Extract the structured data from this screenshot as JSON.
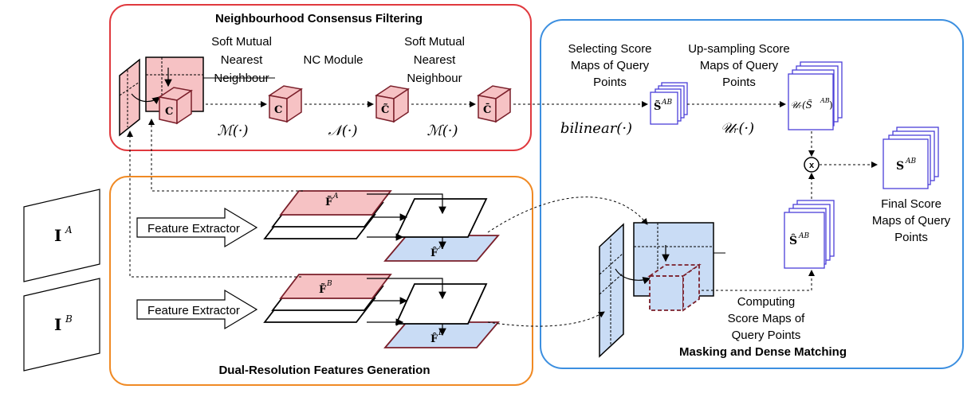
{
  "panels": {
    "nc_title": "Neighbourhood Consensus Filtering",
    "drf_title": "Dual-Resolution Features Generation",
    "mdm_title": "Masking and Dense Matching"
  },
  "nc": {
    "smnn_1": [
      "Soft Mutual",
      "Nearest",
      "Neighbour"
    ],
    "nc_module": "NC Module",
    "smnn_2": [
      "Soft Mutual",
      "Nearest",
      "Neighbour"
    ],
    "op_m1": "ℳ(·)",
    "op_n": "𝒩(·)",
    "op_m2": "ℳ(·)",
    "cube_c1": "C",
    "cube_c2": "C",
    "cube_c3": "C̃",
    "cube_c4": "C̄"
  },
  "matching": {
    "select_label": [
      "Selecting Score",
      "Maps of Query",
      "Points"
    ],
    "upsample_label": [
      "Up-sampling Score",
      "Maps of Query",
      "Points"
    ],
    "op_bilinear": "bilinear(·)",
    "op_upsample": "𝒰ᵣ(·)",
    "s_tilde": "S̃",
    "s_tilde_sup": "AB",
    "u_s_tilde": "𝒰ᵣ(S̃",
    "u_s_tilde_sup": "AB",
    "u_close": ")",
    "multiply": "x",
    "s_final": "S",
    "s_final_sup": "AB",
    "final_label": [
      "Final Score",
      "Maps of Query",
      "Points"
    ],
    "s_hat": "Ŝ",
    "s_hat_sup": "AB",
    "compute_label": [
      "Computing",
      "Score Maps of",
      "Query Points"
    ]
  },
  "features": {
    "extractor_a": "Feature Extractor",
    "extractor_b": "Feature Extractor",
    "f_tilde_a": "F̃",
    "f_tilde_a_sup": "A",
    "f_hat_a": "F̂",
    "f_hat_a_sup": "A",
    "f_tilde_b": "F̃",
    "f_tilde_b_sup": "B",
    "f_hat_b": "F̂",
    "f_hat_b_sup": "B"
  },
  "inputs": {
    "img_a": "I",
    "img_a_sup": "A",
    "img_b": "I",
    "img_b_sup": "B"
  },
  "colors": {
    "nc_border": "#e0393e",
    "drf_border": "#f08a24",
    "mdm_border": "#3c8fe0",
    "pink": "#f6c2c4",
    "light_blue": "#c9dcf5",
    "query_blue": "#4a3fd8",
    "dark_red": "#7a1f2a"
  }
}
